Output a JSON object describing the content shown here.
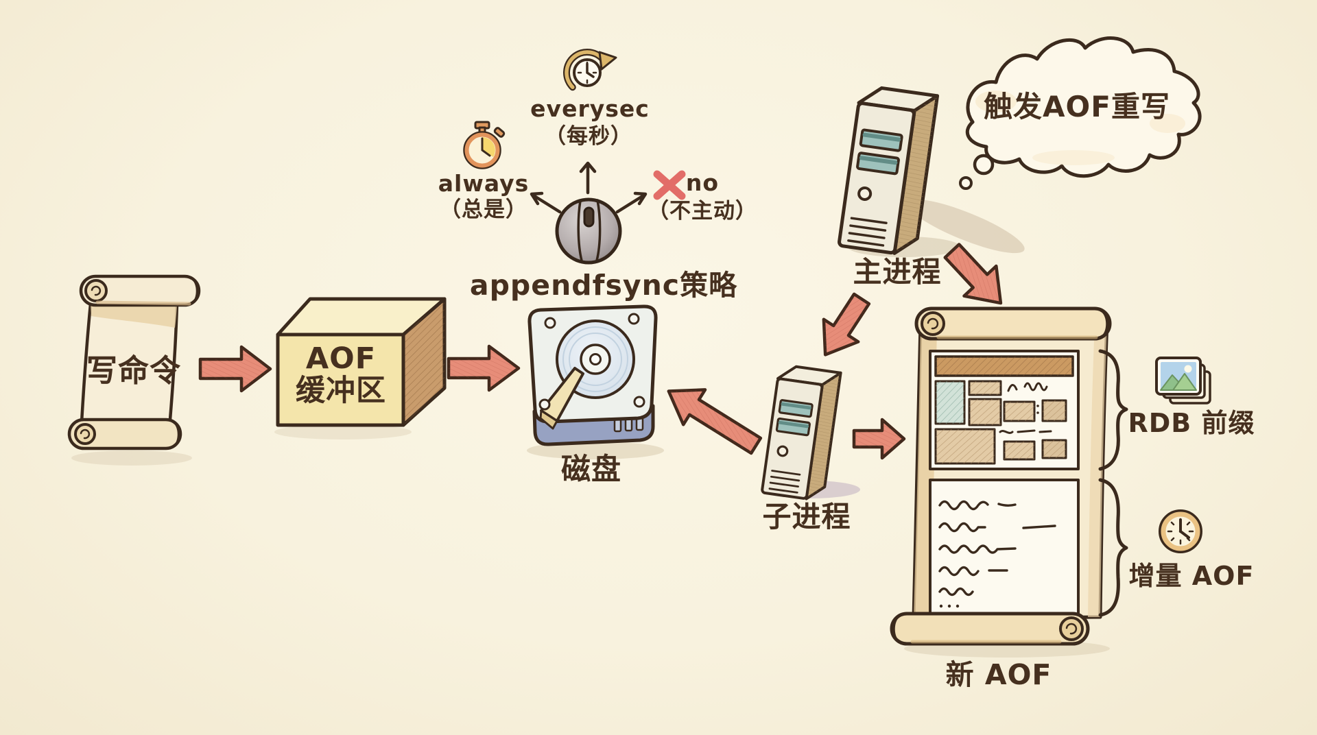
{
  "palette": {
    "background": "#f8f2de",
    "outline": "#3b2a1d",
    "text": "#46301f",
    "arrow_red": "#e78d79"
  },
  "flow": {
    "write_command": {
      "label": "写命令"
    },
    "aof_buffer": {
      "line1": "AOF",
      "line2": "缓冲区"
    },
    "disk": {
      "label": "磁盘"
    },
    "fsync_policy": {
      "title": "appendfsync策略",
      "options": [
        {
          "name": "always",
          "sub": "（总是）",
          "icon": "stopwatch-icon"
        },
        {
          "name": "everysec",
          "sub": "（每秒）",
          "icon": "refresh-clock-icon"
        },
        {
          "name": "no",
          "sub": "（不主动）",
          "icon": "red-cross-icon"
        }
      ]
    },
    "main_process": {
      "label": "主进程",
      "thought": "触发AOF重写"
    },
    "child_process": {
      "label": "子进程"
    },
    "new_aof": {
      "label": "新 AOF",
      "rdb_section": {
        "label": "RDB 前缀",
        "icon": "photos-icon"
      },
      "incr_section": {
        "label": "增量 AOF",
        "icon": "clock-icon"
      }
    }
  }
}
